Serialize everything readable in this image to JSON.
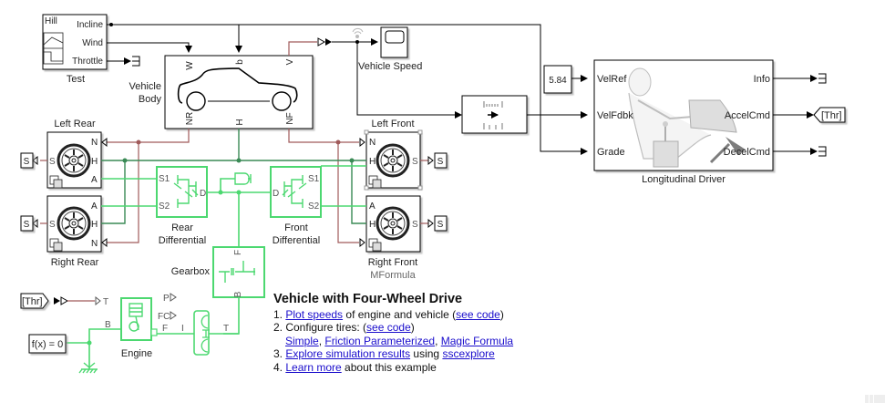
{
  "blocks": {
    "test": {
      "name": "Test",
      "title": "Hill",
      "ports": [
        "Incline",
        "Wind",
        "Throttle"
      ]
    },
    "vehicle_body": {
      "name": "Vehicle Body",
      "name_line1": "Vehicle",
      "name_line2": "Body",
      "ports_top": [
        "W",
        "b",
        "V"
      ],
      "ports_bottom": [
        "NR",
        "H",
        "NF"
      ]
    },
    "vehicle_speed": {
      "name": "Vehicle Speed"
    },
    "unit_conversion": {
      "name": ""
    },
    "constant": {
      "value": "5.84"
    },
    "longitudinal_driver": {
      "name": "Longitudinal Driver",
      "inputs": [
        "VelRef",
        "VelFdbk",
        "Grade"
      ],
      "outputs": [
        "Info",
        "AccelCmd",
        "DecelCmd"
      ]
    },
    "goto_thr": {
      "label": "[Thr]"
    },
    "from_thr": {
      "label": "[Thr]"
    },
    "left_rear": {
      "name": "Left Rear",
      "ports": [
        "N",
        "H",
        "A",
        "S"
      ]
    },
    "right_rear": {
      "name": "Right Rear",
      "ports": [
        "A",
        "H",
        "N",
        "S"
      ]
    },
    "left_front": {
      "name": "Left Front",
      "ports": [
        "N",
        "H",
        "S"
      ]
    },
    "right_front": {
      "name": "Right Front",
      "subtitle": "MFormula",
      "ports": [
        "A",
        "H",
        "S"
      ]
    },
    "rear_diff": {
      "name_line1": "Rear",
      "name_line2": "Differential",
      "ports": [
        "S1",
        "S2",
        "D"
      ]
    },
    "front_diff": {
      "name_line1": "Front",
      "name_line2": "Differential",
      "ports": [
        "D",
        "S1",
        "S2"
      ]
    },
    "gearbox": {
      "name": "Gearbox",
      "ports": [
        "F",
        "B"
      ]
    },
    "engine": {
      "name": "Engine",
      "ports": [
        "B",
        "F",
        "T"
      ],
      "outputs": [
        "P",
        "FC"
      ]
    },
    "torque_converter": {
      "ports": [
        "I",
        "T"
      ]
    },
    "solver": {
      "label": "f(x) = 0"
    },
    "scope_s": {
      "label": "S"
    },
    "throttle_port": {
      "label": "T"
    }
  },
  "annotation": {
    "title": "Vehicle with Four-Wheel Drive",
    "items": [
      {
        "num": "1.",
        "parts": [
          {
            "link": "Plot speeds"
          },
          {
            "text": " of engine and vehicle ("
          },
          {
            "link": "see code"
          },
          {
            "text": ")"
          }
        ]
      },
      {
        "num": "2.",
        "parts": [
          {
            "text": "Configure tires: ("
          },
          {
            "link": "see code"
          },
          {
            "text": ")"
          }
        ]
      },
      {
        "num": "",
        "parts": [
          {
            "link": "Simple"
          },
          {
            "text": ", "
          },
          {
            "link": "Friction Parameterized"
          },
          {
            "text": ", "
          },
          {
            "link": "Magic Formula"
          }
        ]
      },
      {
        "num": "3.",
        "parts": [
          {
            "link": "Explore simulation results"
          },
          {
            "text": " using "
          },
          {
            "link": "sscexplore"
          }
        ]
      },
      {
        "num": "4.",
        "parts": [
          {
            "link": "Learn more"
          },
          {
            "text": " about this example"
          }
        ]
      }
    ]
  },
  "colors": {
    "signal": "#000000",
    "physical_red": "#a05a5a",
    "mech_dark_green": "#3a8a55",
    "mech_light_green": "#4cd870",
    "link": "#1a0dcc"
  }
}
